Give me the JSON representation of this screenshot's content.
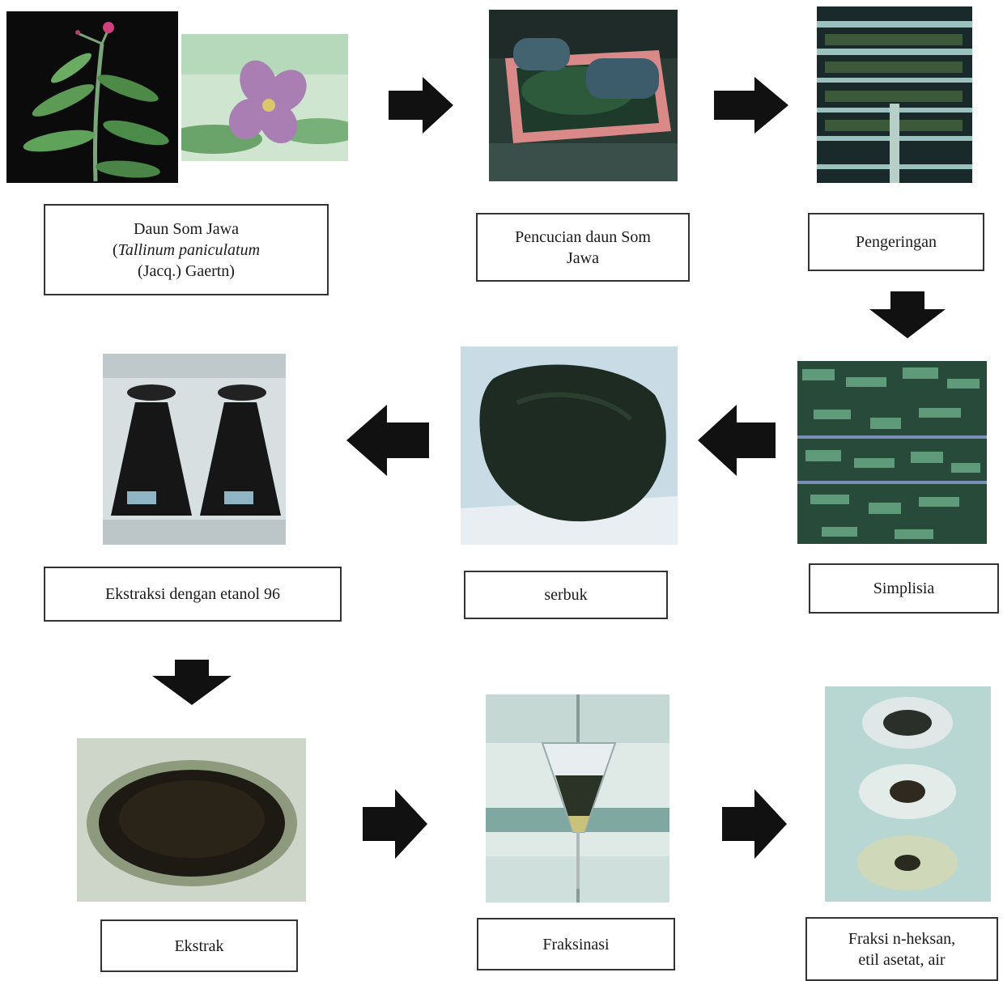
{
  "steps": {
    "plant": {
      "line1": "Daun Som Jawa",
      "line2_italic": "Tallinum paniculatum",
      "line3": "(Jacq.) Gaertn)"
    },
    "washing": {
      "line1": "Pencucian daun Som",
      "line2": "Jawa"
    },
    "drying": {
      "label": "Pengeringan"
    },
    "simplisia": {
      "label": "Simplisia"
    },
    "powder": {
      "label": "serbuk"
    },
    "extraction": {
      "label": "Ekstraksi dengan etanol 96"
    },
    "extract": {
      "label": "Ekstrak"
    },
    "fractionation": {
      "label": "Fraksinasi"
    },
    "fractions": {
      "line1": "Fraksi n-heksan,",
      "line2": "etil asetat, air"
    }
  },
  "arrows": [
    "right",
    "right",
    "down",
    "left",
    "left",
    "down",
    "right",
    "right"
  ],
  "colors": {
    "arrow": "#111111",
    "border": "#333333"
  }
}
